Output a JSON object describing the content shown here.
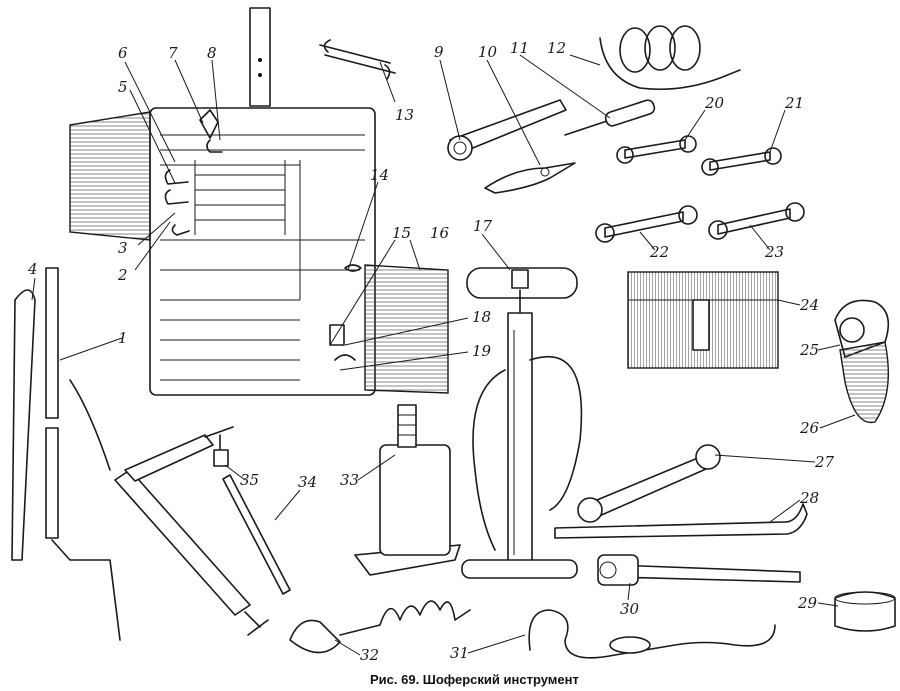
{
  "caption": "Рис. 69. Шоферский инструмент",
  "labels": {
    "l1": "1",
    "l2": "2",
    "l3": "3",
    "l4": "4",
    "l5": "5",
    "l6": "6",
    "l7": "7",
    "l8": "8",
    "l9": "9",
    "l10": "10",
    "l11": "11",
    "l12": "12",
    "l13": "13",
    "l14": "14",
    "l15": "15",
    "l16": "16",
    "l17": "17",
    "l18": "18",
    "l19": "19",
    "l20": "20",
    "l21": "21",
    "l22": "22",
    "l23": "23",
    "l24": "24",
    "l25": "25",
    "l26": "26",
    "l27": "27",
    "l28": "28",
    "l29": "29",
    "l30": "30",
    "l31": "31",
    "l32": "32",
    "l33": "33",
    "l34": "34",
    "l35": "35"
  }
}
